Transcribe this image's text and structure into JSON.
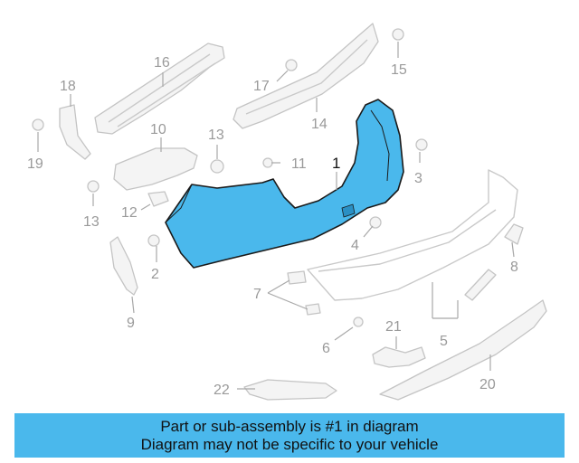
{
  "diagram": {
    "highlight_color": "#4ab8ec",
    "callouts": {
      "c1": "1",
      "c2": "2",
      "c3": "3",
      "c4": "4",
      "c5": "5",
      "c6": "6",
      "c7": "7",
      "c8": "8",
      "c9": "9",
      "c10": "10",
      "c11": "11",
      "c12": "12",
      "c13a": "13",
      "c13b": "13",
      "c14": "14",
      "c15": "15",
      "c16": "16",
      "c17": "17",
      "c18": "18",
      "c19": "19",
      "c20": "20",
      "c21": "21",
      "c22": "22"
    }
  },
  "banner": {
    "line1": "Part or sub-assembly is #1 in diagram",
    "line2": "Diagram may not be specific to your vehicle",
    "background": "#4ab8ec"
  }
}
